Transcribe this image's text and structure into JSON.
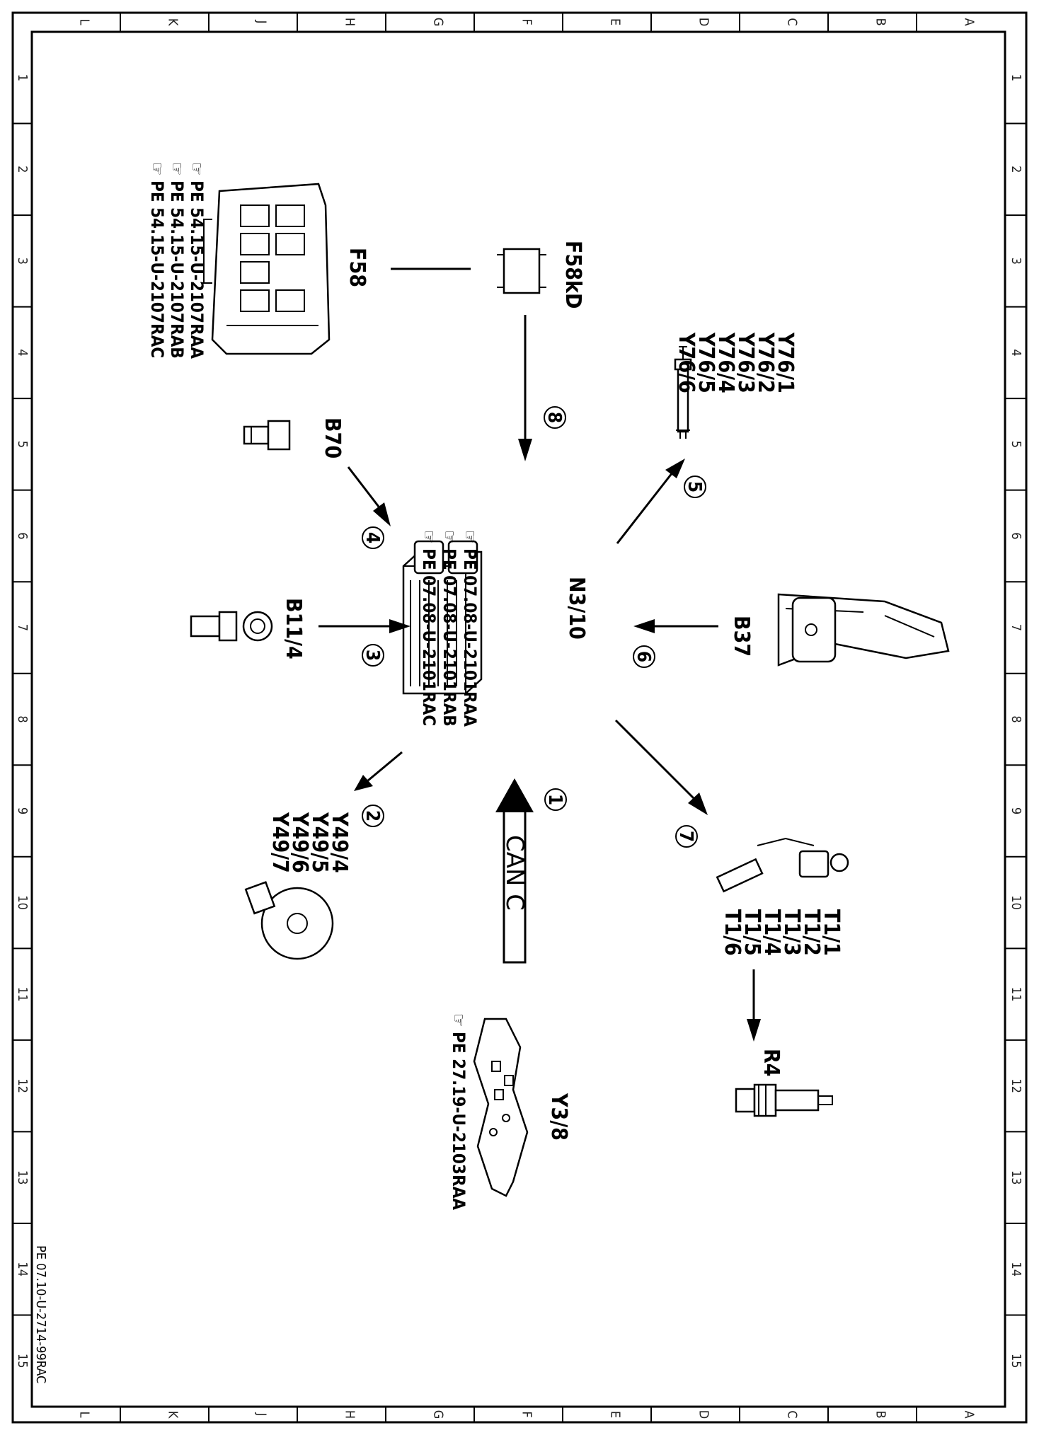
{
  "frame": {
    "top_columns": [
      "L",
      "K",
      "J",
      "H",
      "G",
      "F",
      "E",
      "D",
      "C",
      "B",
      "A"
    ],
    "bottom_columns": [
      "L",
      "K",
      "J",
      "H",
      "G",
      "F",
      "E",
      "D",
      "C",
      "B",
      "A"
    ],
    "rows": [
      "1",
      "2",
      "3",
      "4",
      "5",
      "6",
      "7",
      "8",
      "9",
      "10",
      "11",
      "12",
      "13",
      "14",
      "15"
    ],
    "drawing_id": "PE 07.10-U-2714-99RAC"
  },
  "center": {
    "label": "N3/10",
    "refs": [
      "PE  07.08-U-2101RAA",
      "PE  07.08-U-2101RAB",
      "PE  07.08-U-2101RAC"
    ]
  },
  "components": {
    "F58": {
      "label": "F58",
      "refs": [
        "PE  54.15-U-2107RAA",
        "PE  54.15-U-2107RAB",
        "PE  54.15-U-2107RAC"
      ]
    },
    "F58kD": {
      "label": "F58kD"
    },
    "Y76": {
      "labels": [
        "Y76/1",
        "Y76/2",
        "Y76/3",
        "Y76/4",
        "Y76/5",
        "Y76/6"
      ]
    },
    "B70": {
      "label": "B70"
    },
    "B11_4": {
      "label": "B11/4"
    },
    "B37": {
      "label": "B37"
    },
    "Y49": {
      "labels": [
        "Y49/4",
        "Y49/5",
        "Y49/6",
        "Y49/7"
      ]
    },
    "T1": {
      "labels": [
        "T1/1",
        "T1/2",
        "T1/3",
        "T1/4",
        "T1/5",
        "T1/6"
      ]
    },
    "R4": {
      "label": "R4"
    },
    "Y3_8": {
      "label": "Y3/8",
      "ref": "PE  27.19-U-2103RAA"
    }
  },
  "bus": {
    "label": "CAN C"
  },
  "callouts": [
    "1",
    "2",
    "3",
    "4",
    "5",
    "6",
    "7",
    "8"
  ]
}
